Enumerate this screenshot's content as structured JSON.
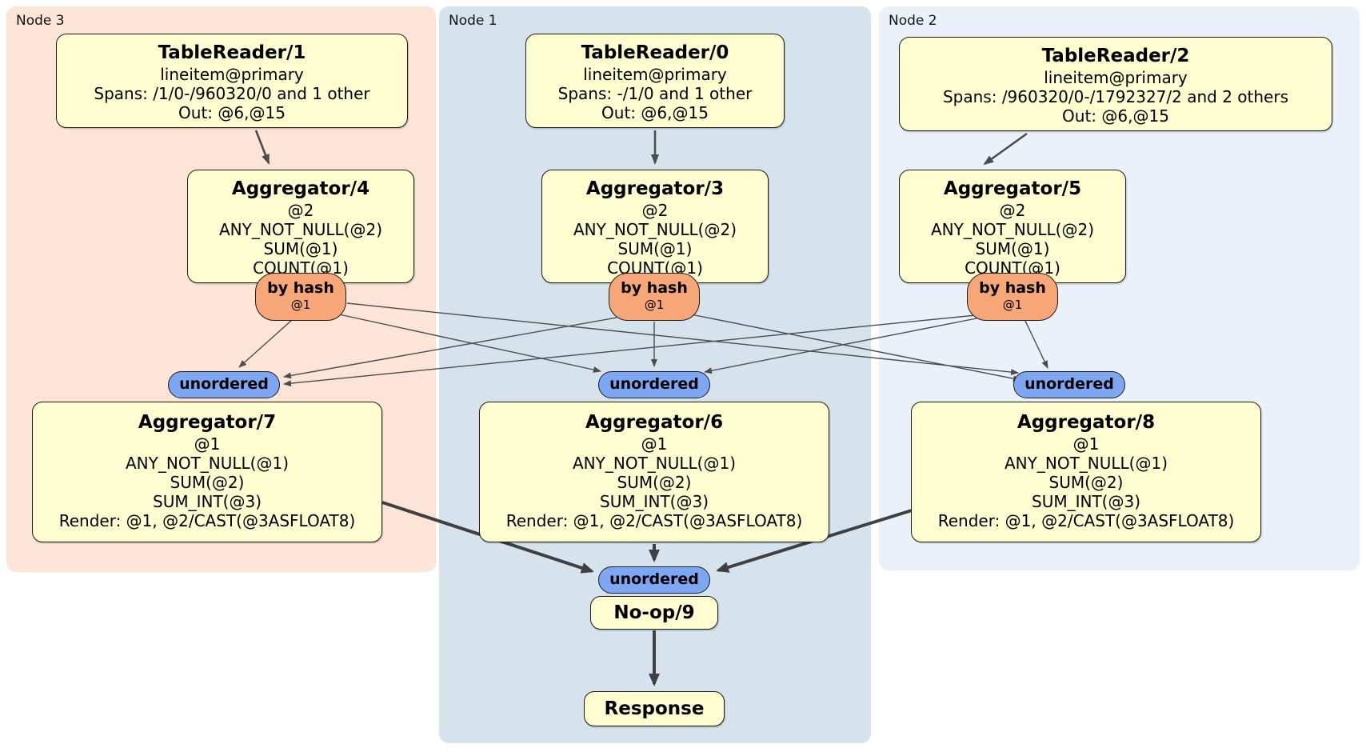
{
  "diagram_type": "distributed SQL physical plan",
  "regions": {
    "node3": {
      "label": "Node 3",
      "color": "#fce4d6"
    },
    "node1": {
      "label": "Node 1",
      "color": "#d6e3ed"
    },
    "node2": {
      "label": "Node 2",
      "color": "#ebf1f9"
    }
  },
  "processors": {
    "tr1": {
      "title": "TableReader/1",
      "lines": [
        "lineitem@primary",
        "Spans: /1/0-/960320/0 and 1 other",
        "Out: @6,@15"
      ]
    },
    "tr0": {
      "title": "TableReader/0",
      "lines": [
        "lineitem@primary",
        "Spans: -/1/0 and 1 other",
        "Out: @6,@15"
      ]
    },
    "tr2": {
      "title": "TableReader/2",
      "lines": [
        "lineitem@primary",
        "Spans: /960320/0-/1792327/2 and 2 others",
        "Out: @6,@15"
      ]
    },
    "agg4": {
      "title": "Aggregator/4",
      "lines": [
        "@2",
        "ANY_NOT_NULL(@2)",
        "SUM(@1)",
        "COUNT(@1)"
      ]
    },
    "agg3": {
      "title": "Aggregator/3",
      "lines": [
        "@2",
        "ANY_NOT_NULL(@2)",
        "SUM(@1)",
        "COUNT(@1)"
      ]
    },
    "agg5": {
      "title": "Aggregator/5",
      "lines": [
        "@2",
        "ANY_NOT_NULL(@2)",
        "SUM(@1)",
        "COUNT(@1)"
      ]
    },
    "agg7": {
      "title": "Aggregator/7",
      "lines": [
        "@1",
        "ANY_NOT_NULL(@1)",
        "SUM(@2)",
        "SUM_INT(@3)",
        "Render: @1, @2/CAST(@3ASFLOAT8)"
      ]
    },
    "agg6": {
      "title": "Aggregator/6",
      "lines": [
        "@1",
        "ANY_NOT_NULL(@1)",
        "SUM(@2)",
        "SUM_INT(@3)",
        "Render: @1, @2/CAST(@3ASFLOAT8)"
      ]
    },
    "agg8": {
      "title": "Aggregator/8",
      "lines": [
        "@1",
        "ANY_NOT_NULL(@1)",
        "SUM(@2)",
        "SUM_INT(@3)",
        "Render: @1, @2/CAST(@3ASFLOAT8)"
      ]
    },
    "noop": {
      "title": "No-op/9"
    },
    "response": {
      "title": "Response"
    }
  },
  "routers": {
    "byhash": {
      "label": "by hash",
      "sub": "@1",
      "color": "#f7a678"
    },
    "unordered": {
      "label": "unordered",
      "color": "#7da7f2"
    }
  },
  "edges": [
    {
      "from": "TableReader/1",
      "to": "Aggregator/4"
    },
    {
      "from": "TableReader/0",
      "to": "Aggregator/3"
    },
    {
      "from": "TableReader/2",
      "to": "Aggregator/5"
    },
    {
      "from": "Aggregator/4 by hash",
      "to": "unordered above Aggregator/7"
    },
    {
      "from": "Aggregator/4 by hash",
      "to": "unordered above Aggregator/6"
    },
    {
      "from": "Aggregator/4 by hash",
      "to": "unordered above Aggregator/8"
    },
    {
      "from": "Aggregator/3 by hash",
      "to": "unordered above Aggregator/7"
    },
    {
      "from": "Aggregator/3 by hash",
      "to": "unordered above Aggregator/6"
    },
    {
      "from": "Aggregator/3 by hash",
      "to": "unordered above Aggregator/8"
    },
    {
      "from": "Aggregator/5 by hash",
      "to": "unordered above Aggregator/7"
    },
    {
      "from": "Aggregator/5 by hash",
      "to": "unordered above Aggregator/6"
    },
    {
      "from": "Aggregator/5 by hash",
      "to": "unordered above Aggregator/8"
    },
    {
      "from": "Aggregator/7",
      "to": "unordered above No-op/9"
    },
    {
      "from": "Aggregator/6",
      "to": "unordered above No-op/9"
    },
    {
      "from": "Aggregator/8",
      "to": "unordered above No-op/9"
    },
    {
      "from": "No-op/9",
      "to": "Response"
    }
  ],
  "colors": {
    "processor_fill": "#fdfdd0",
    "border": "#1c1c1c",
    "edge_thin": "#4c4c4c",
    "edge_thick": "#404040"
  }
}
